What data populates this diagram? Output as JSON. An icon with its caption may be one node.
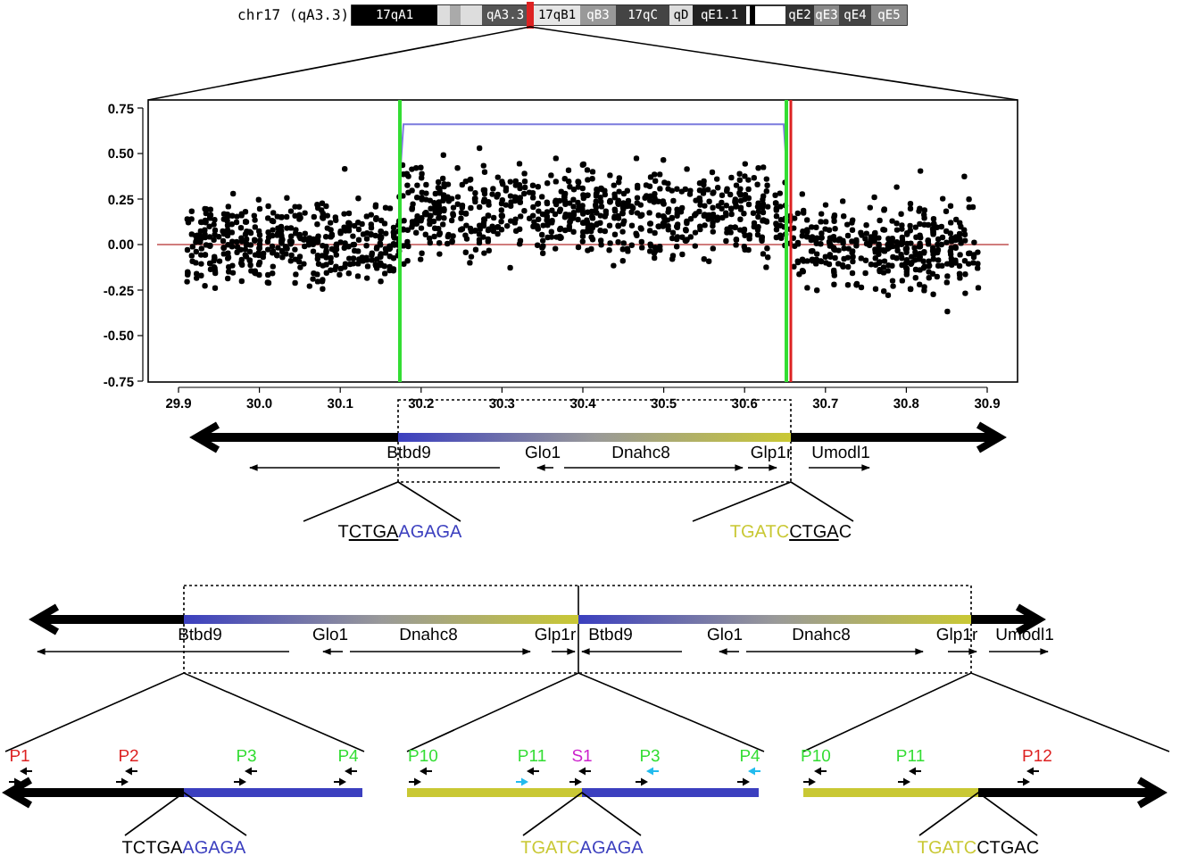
{
  "diagram": {
    "labels": [
      "chr17 (qA3.3)",
      "17qA1",
      "qA3.3",
      "17qB1",
      "qB3",
      "17qC",
      "qD",
      "qE1.1",
      "qE2",
      "qE3",
      "qE4",
      "qE5",
      "0.75",
      "0.50",
      "0.25",
      "0.00",
      "-0.25",
      "-0.50",
      "-0.75",
      "29.9",
      "30.0",
      "30.1",
      "30.2",
      "30.3",
      "30.4",
      "30.5",
      "30.6",
      "30.7",
      "30.8",
      "30.9",
      "Btbd9",
      "Glo1",
      "Dnahc8",
      "Glp1r",
      "Umodl1",
      "TCTGAAGAGA",
      "TGATCCTGAC",
      "Btbd9",
      "Glo1",
      "Dnahc8",
      "Glp1r",
      "Btbd9",
      "Glo1",
      "Dnahc8",
      "Glp1r",
      "Umodl1",
      "P1",
      "P2",
      "P3",
      "P4",
      "P10",
      "P11",
      "S1",
      "P3",
      "P4",
      "P10",
      "P11",
      "P12",
      "TCTGAAGAGA",
      "TGATCAGAGA",
      "TGATCCTGAC"
    ]
  }
}
